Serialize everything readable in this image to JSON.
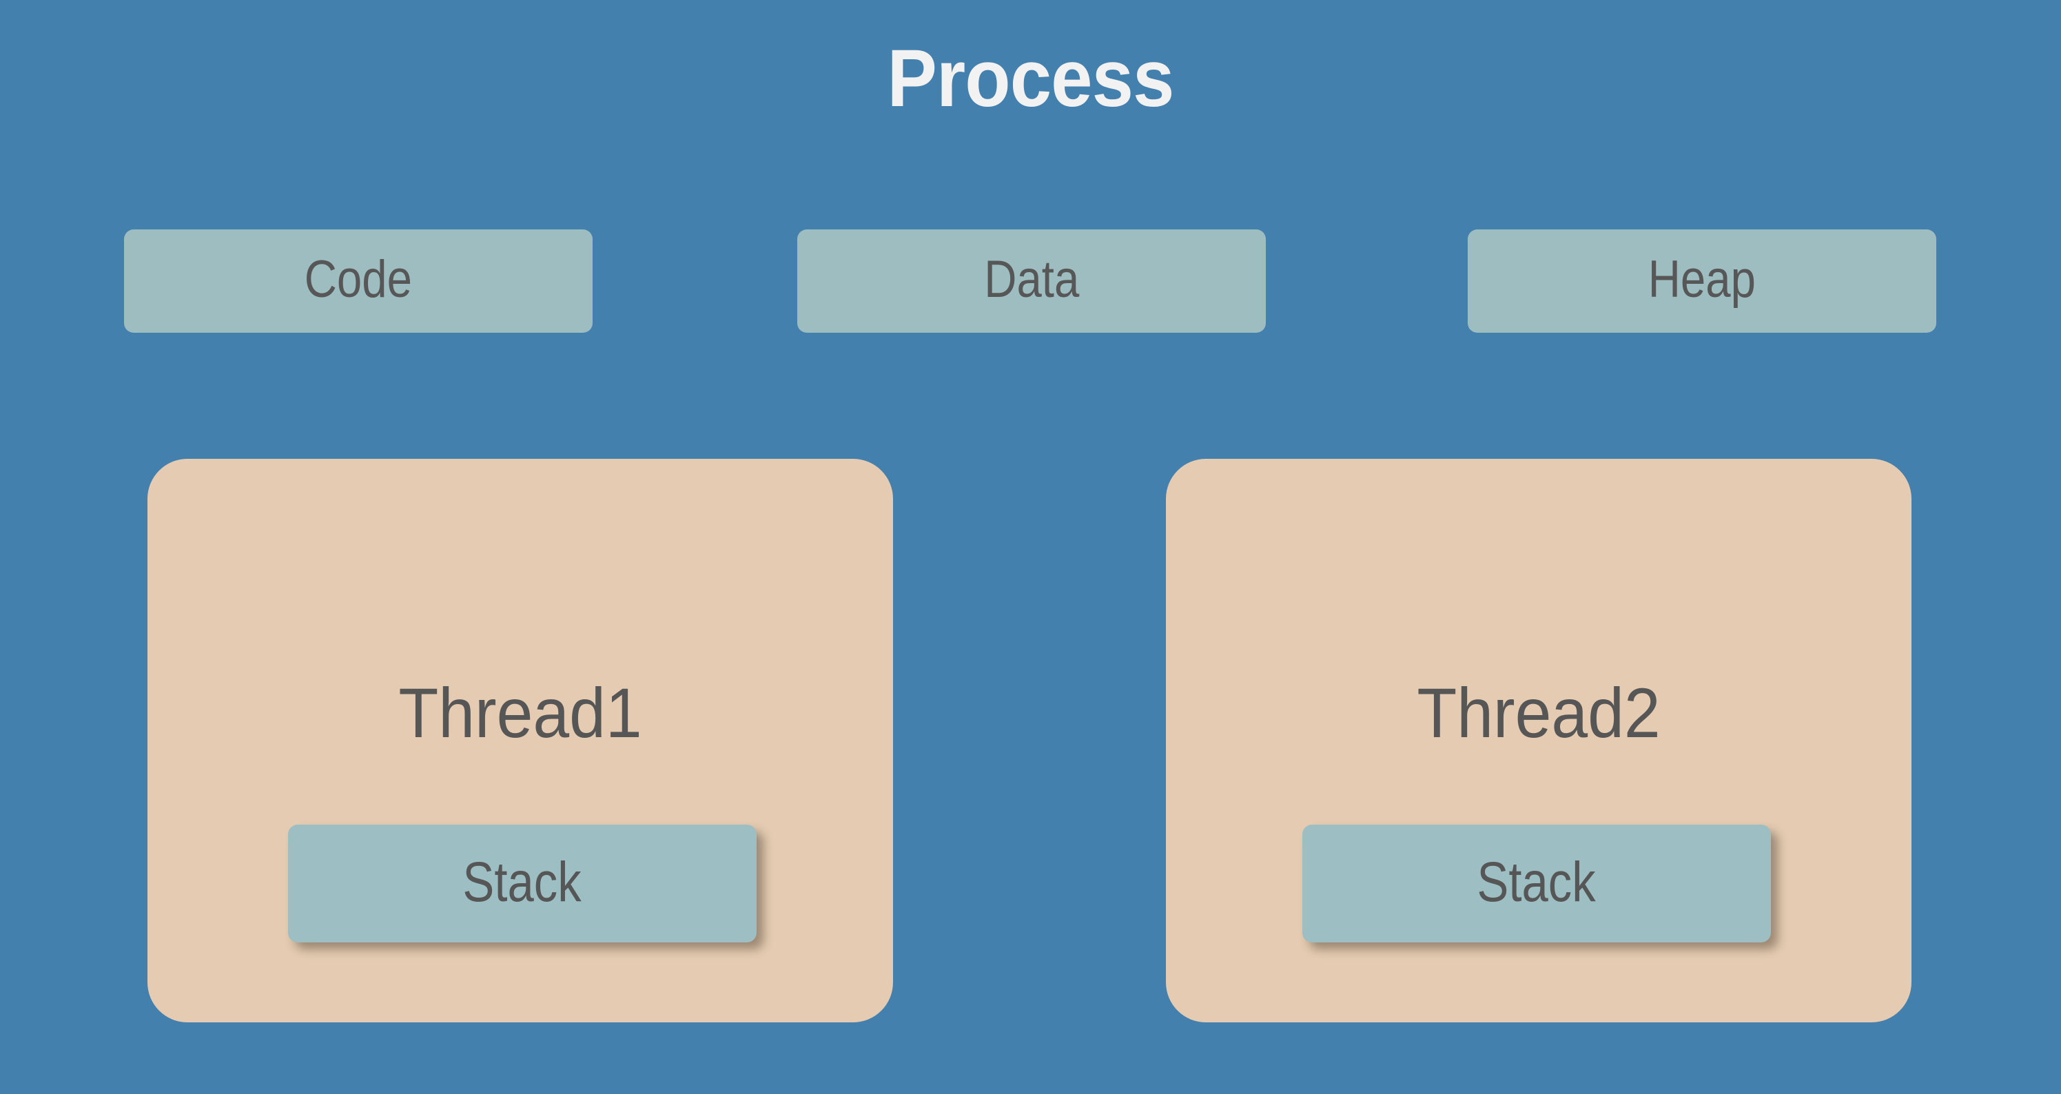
{
  "diagram": {
    "title": "Process",
    "background_color": "#4480AE",
    "title_color": "#F2F2F2",
    "segment_box_color": "#9DBDC1",
    "thread_box_color": "#E4CBB1",
    "stack_box_color": "#9DBEC2",
    "label_color": "#565656"
  },
  "segments": [
    {
      "label": "Code"
    },
    {
      "label": "Data"
    },
    {
      "label": "Heap"
    }
  ],
  "threads": [
    {
      "label": "Thread1",
      "stack_label": "Stack"
    },
    {
      "label": "Thread2",
      "stack_label": "Stack"
    }
  ]
}
